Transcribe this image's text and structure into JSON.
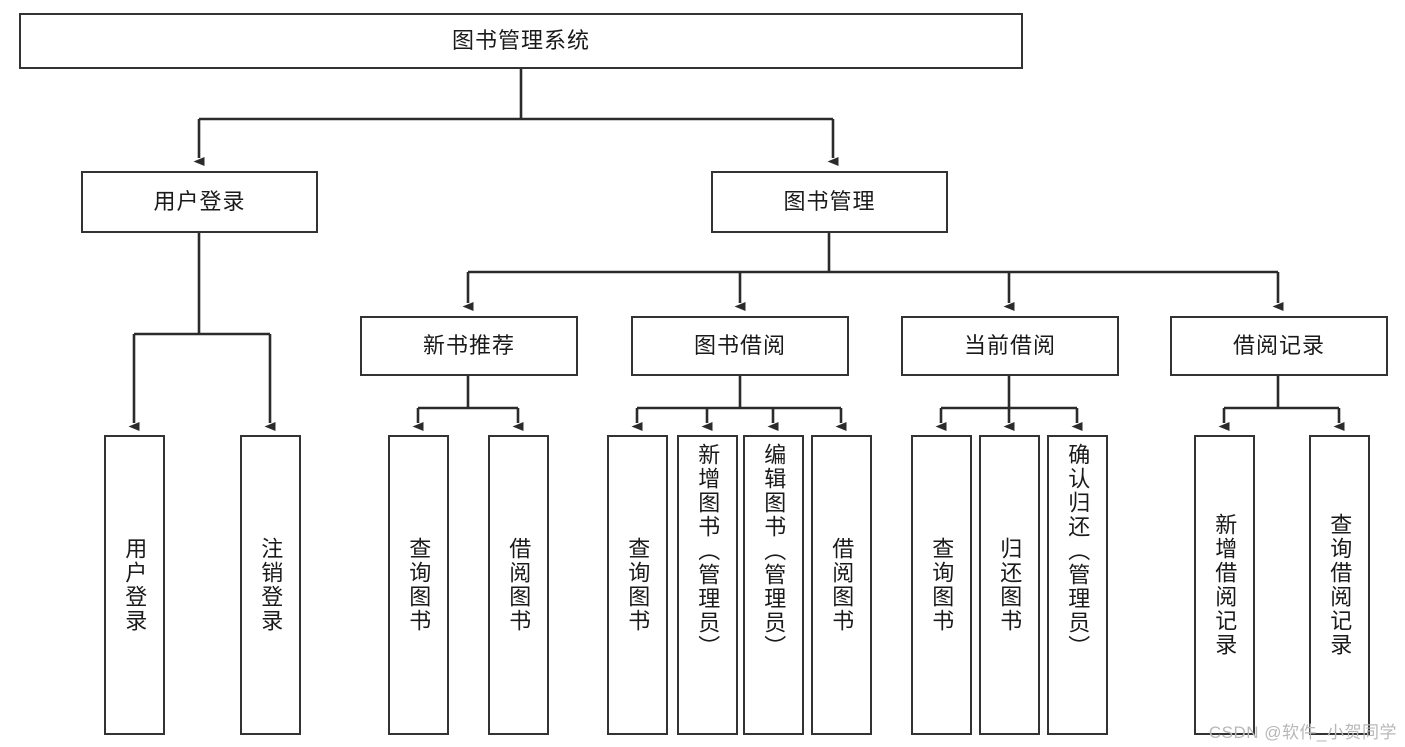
{
  "diagram": {
    "title_node": {
      "label": "图书管理系统"
    },
    "level1": [
      {
        "id": "user-login",
        "label": "用户登录"
      },
      {
        "id": "book-manage",
        "label": "图书管理"
      }
    ],
    "level2": [
      {
        "id": "new-book-rec",
        "label": "新书推荐"
      },
      {
        "id": "book-borrow",
        "label": "图书借阅"
      },
      {
        "id": "current-borrow",
        "label": "当前借阅"
      },
      {
        "id": "borrow-record",
        "label": "借阅记录"
      }
    ],
    "leaves": {
      "user_login": [
        {
          "id": "leaf-user-login",
          "label": "用户登录"
        },
        {
          "id": "leaf-logout-login",
          "label": "注销登录"
        }
      ],
      "new_book_rec": [
        {
          "id": "leaf-query-book-1",
          "label": "查询图书"
        },
        {
          "id": "leaf-borrow-book-1",
          "label": "借阅图书"
        }
      ],
      "book_borrow": [
        {
          "id": "leaf-query-book-2",
          "label": "查询图书"
        },
        {
          "id": "leaf-add-book",
          "label": "新增图书（管理员）"
        },
        {
          "id": "leaf-edit-book",
          "label": "编辑图书（管理员）"
        },
        {
          "id": "leaf-borrow-book-2",
          "label": "借阅图书"
        }
      ],
      "current_borrow": [
        {
          "id": "leaf-query-book-3",
          "label": "查询图书"
        },
        {
          "id": "leaf-return-book",
          "label": "归还图书"
        },
        {
          "id": "leaf-confirm-return",
          "label": "确认归还（管理员）"
        }
      ],
      "borrow_record": [
        {
          "id": "leaf-add-record",
          "label": "新增借阅记录"
        },
        {
          "id": "leaf-query-record",
          "label": "查询借阅记录"
        }
      ]
    }
  },
  "watermark": {
    "text": "CSDN @软件_小贺同学"
  },
  "colors": {
    "background": "#ffffff",
    "border": "#333333",
    "text": "#1a1a1a",
    "watermark": "#b8b8b8"
  }
}
